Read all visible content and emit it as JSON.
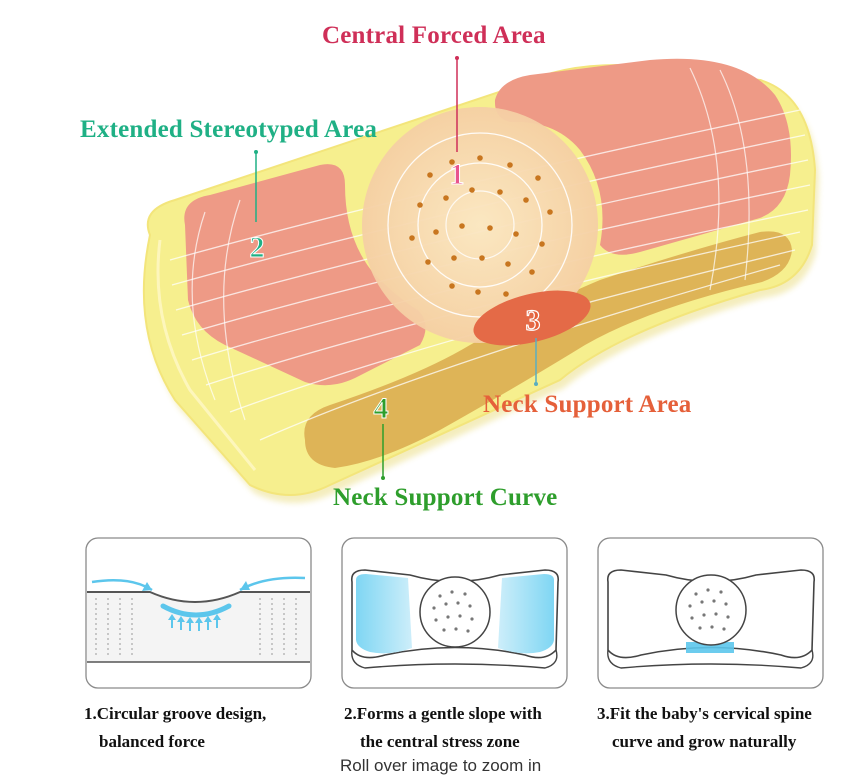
{
  "diagram": {
    "callouts": {
      "central_forced": "Central Forced Area",
      "extended_stereotyped": "Extended Stereotyped Area",
      "neck_support_area": "Neck Support Area",
      "neck_support_curve": "Neck Support Curve"
    },
    "markers": [
      "1",
      "2",
      "3",
      "4"
    ],
    "colors": {
      "pillow_body": "#f6ef8e",
      "pink_zone": "#ee9a86",
      "neck_groove": "#d9a94e",
      "neck_pad": "#e46a47",
      "callout_central": "#cf2f58",
      "callout_extended": "#1fb085",
      "callout_neck_area": "#e5603a",
      "callout_neck_curve": "#2e9e2c",
      "support_blue": "#5cc6ec"
    }
  },
  "features": [
    {
      "line1": "1.Circular groove design,",
      "line2": "balanced force"
    },
    {
      "line1": "2.Forms a gentle slope with",
      "line2": "the central stress zone"
    },
    {
      "line1": "3.Fit the baby's cervical spine",
      "line2": "curve and grow naturally"
    }
  ],
  "zoom_hint": "Roll over image to zoom in"
}
